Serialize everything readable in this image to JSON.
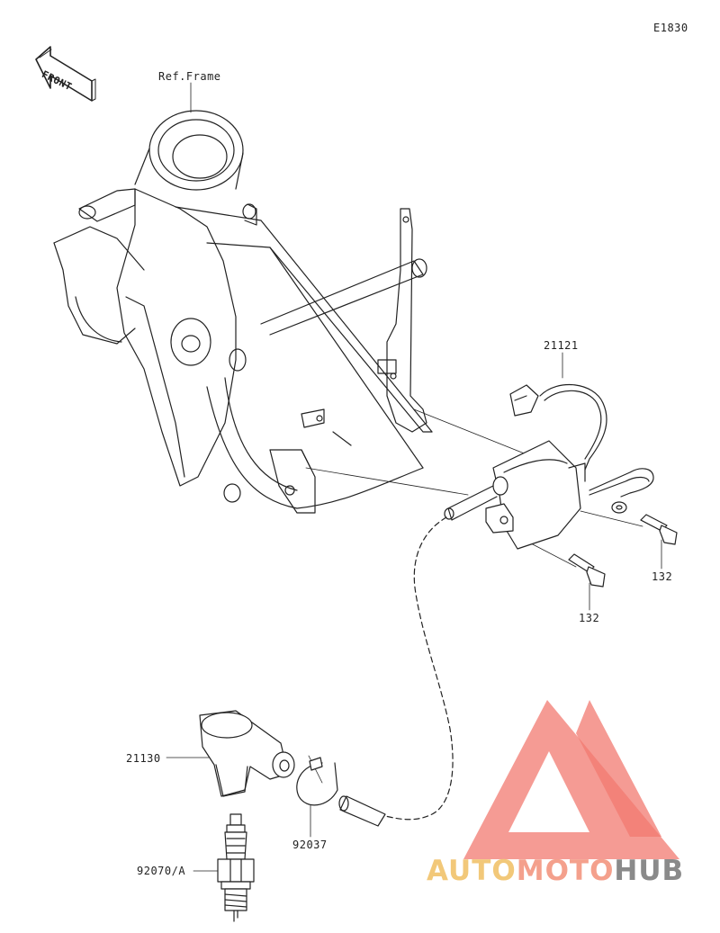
{
  "diagram": {
    "code": "E1830",
    "front_label": "FRONT",
    "parts": {
      "ref_frame": "Ref.Frame",
      "ignition_coil": "21121",
      "bolt_a": "132",
      "bolt_b": "132",
      "plug_cap": "21130",
      "clamp": "92037",
      "spark_plug": "92070/A"
    }
  },
  "watermark": {
    "word_1": "AUTO",
    "word_2": "MOTO",
    "word_3": "HUB",
    "colors": {
      "auto": "#f2c879",
      "moto": "#f4a08c",
      "hub": "#8a8a8a",
      "logo": "#f27a70"
    }
  }
}
